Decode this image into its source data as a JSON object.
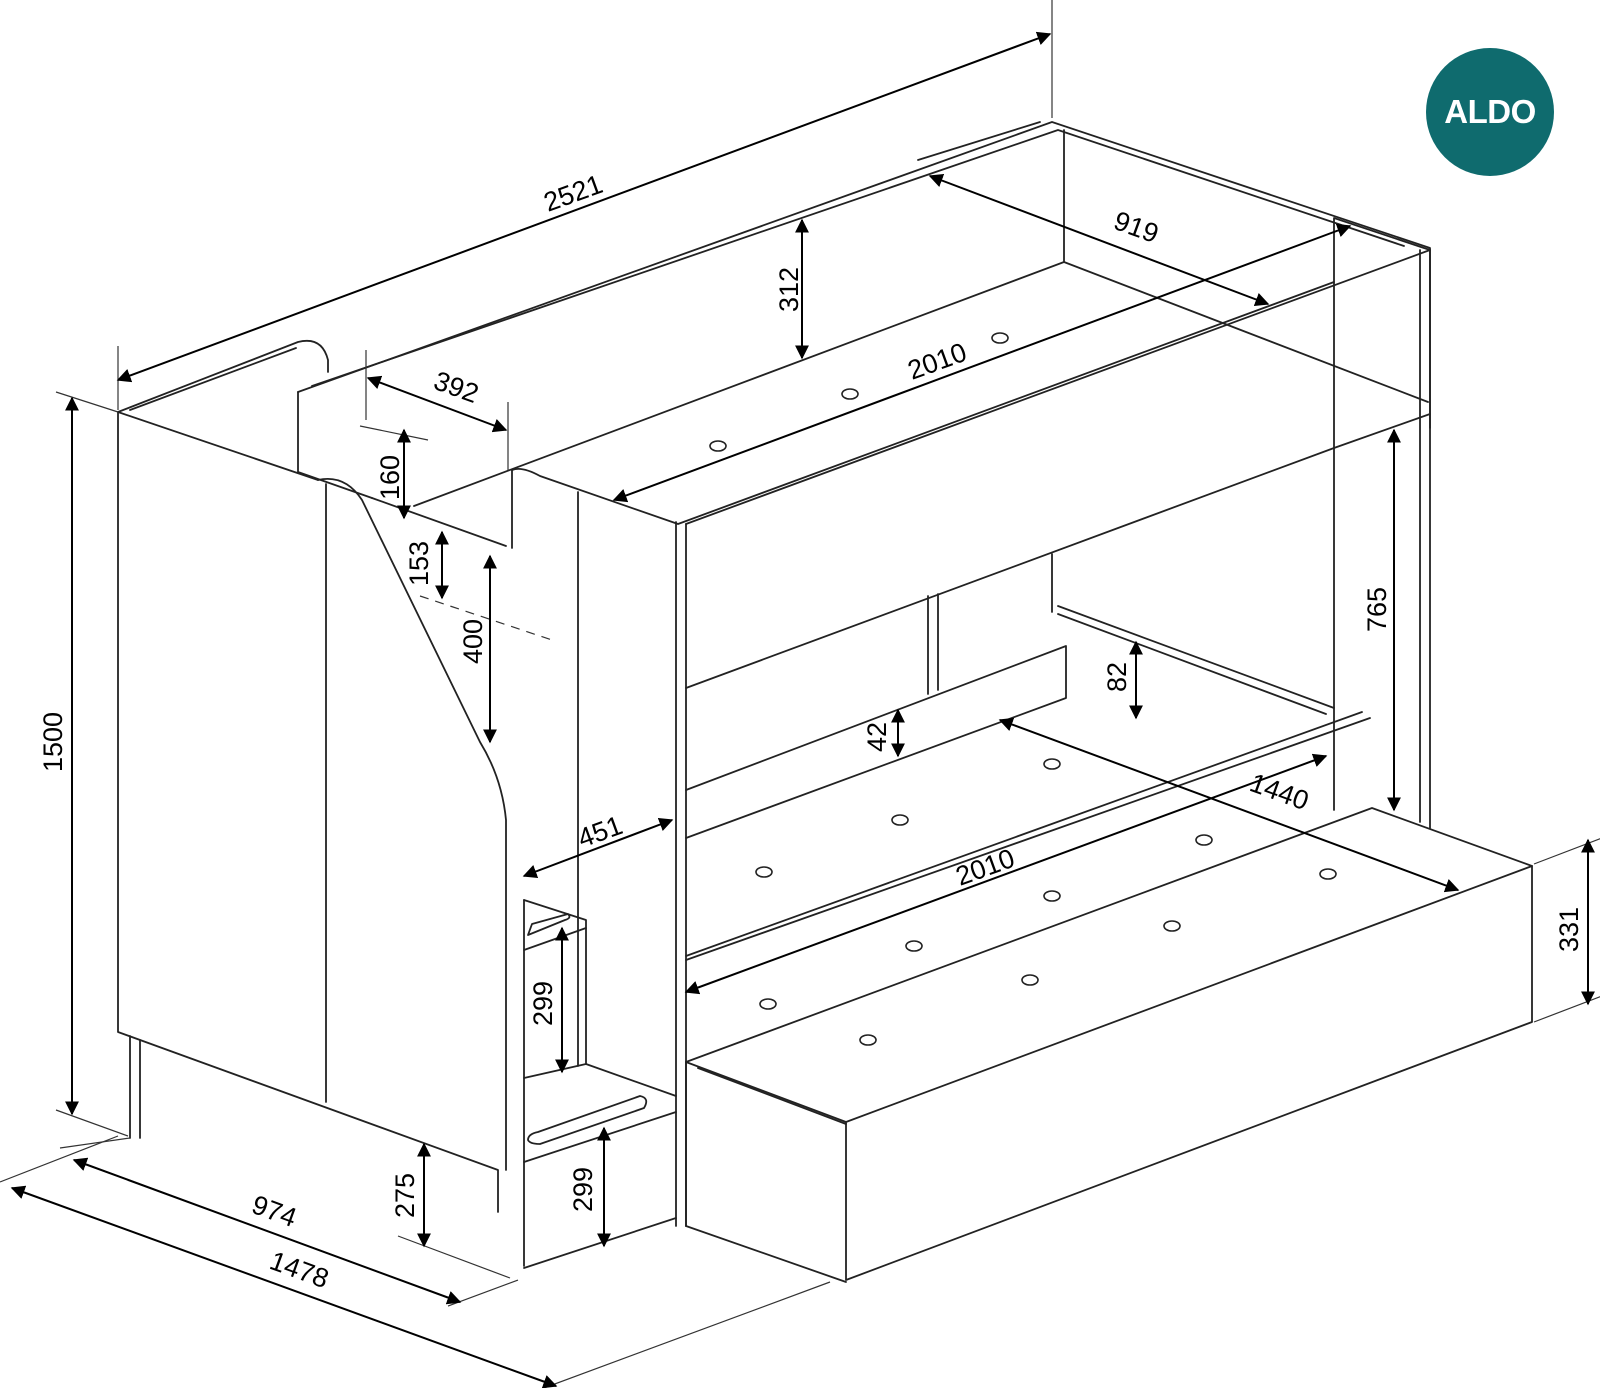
{
  "brand": {
    "logo_text": "ALDO",
    "logo_color": "#0f6b6e"
  },
  "dimensions": {
    "overall_length": "2521",
    "top_inner_width": "919",
    "top_guard_height": "312",
    "top_mattress_length": "2010",
    "top_opening": "392",
    "top_rail_height": "160",
    "ladder_offset": "153",
    "ladder_rise": "400",
    "overall_height": "1500",
    "under_clearance": "765",
    "lower_board": "82",
    "lower_lip": "42",
    "lower_inner_width": "1440",
    "lower_mattress_length": "2010",
    "step_depth": "451",
    "step_height_upper": "299",
    "step_height_lower": "299",
    "base_height": "275",
    "frame_depth": "974",
    "overall_depth": "1478",
    "trundle_height": "331"
  }
}
